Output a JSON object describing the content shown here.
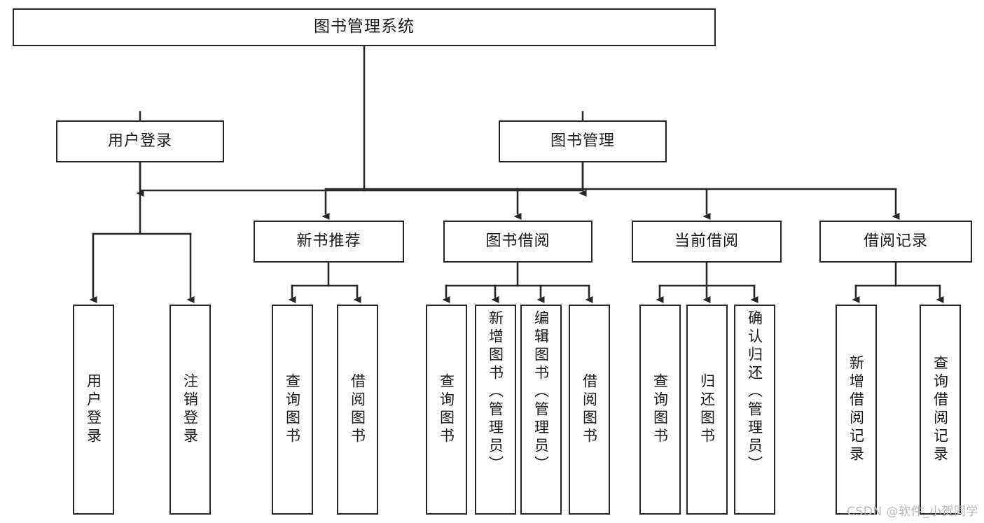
{
  "diagram": {
    "title": "图书管理系统",
    "watermark": "CSDN @软件_小贺同学",
    "colors": {
      "stroke": "#262626",
      "fill": "#ffffff",
      "text": "#1a1a1a",
      "watermark": "#b9b9b9"
    },
    "root": {
      "label": "图书管理系统"
    },
    "level1": [
      {
        "label": "用户登录"
      },
      {
        "label": "图书管理"
      }
    ],
    "level2": [
      {
        "label": "新书推荐"
      },
      {
        "label": "图书借阅"
      },
      {
        "label": "当前借阅"
      },
      {
        "label": "借阅记录"
      }
    ],
    "leaves": {
      "user_login": [
        {
          "label": "用户登录"
        },
        {
          "label": "注销登录"
        }
      ],
      "new_book": [
        {
          "label": "查询图书"
        },
        {
          "label": "借阅图书"
        }
      ],
      "borrow_book": [
        {
          "label": "查询图书"
        },
        {
          "label": "新增图书（管理员）"
        },
        {
          "label": "编辑图书（管理员）"
        },
        {
          "label": "借阅图书"
        }
      ],
      "current_borrow": [
        {
          "label": "查询图书"
        },
        {
          "label": "归还图书"
        },
        {
          "label": "确认归还（管理员）"
        }
      ],
      "borrow_record": [
        {
          "label": "新增借阅记录"
        },
        {
          "label": "查询借阅记录"
        }
      ]
    }
  }
}
